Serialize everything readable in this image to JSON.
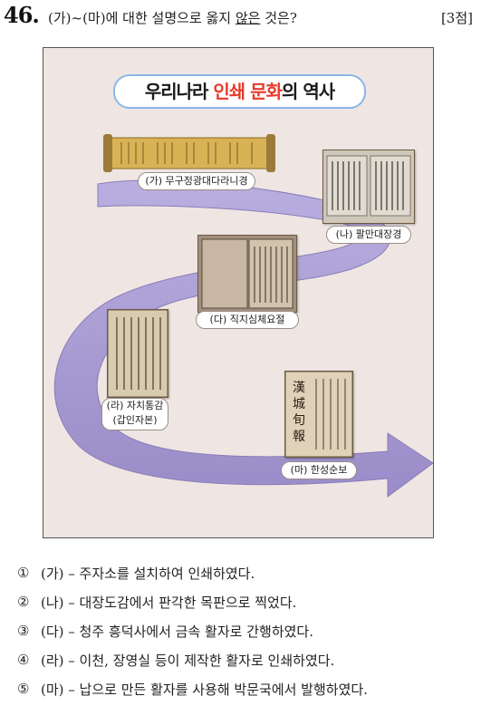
{
  "question": {
    "number": "46.",
    "text_before": "(가)~(마)에 대한 설명으로 옳지 ",
    "text_underlined": "않은",
    "text_after": " 것은?",
    "score": "[3점]"
  },
  "figure": {
    "title_prefix": "우리나라 ",
    "title_highlight": "인쇄 문화",
    "title_suffix": "의 역사",
    "highlight_color": "#e63a2b",
    "road_color": "#a89bd0",
    "background_color": "#efe6e3",
    "items": [
      {
        "label": "(가) 무구정광대다라니경"
      },
      {
        "label": "(나) 팔만대장경"
      },
      {
        "label": "(다) 직지심체요절"
      },
      {
        "label_line1": "(라) 자치통감",
        "label_line2": "(갑인자본)"
      },
      {
        "label": "(마) 한성순보"
      }
    ]
  },
  "choices": [
    {
      "marker": "①",
      "text": "(가) – 주자소를 설치하여 인쇄하였다."
    },
    {
      "marker": "②",
      "text": "(나) – 대장도감에서 판각한 목판으로 찍었다."
    },
    {
      "marker": "③",
      "text": "(다) – 청주 흥덕사에서 금속 활자로 간행하였다."
    },
    {
      "marker": "④",
      "text": "(라) – 이천, 장영실 등이 제작한 활자로 인쇄하였다."
    },
    {
      "marker": "⑤",
      "text": "(마) – 납으로 만든 활자를 사용해 박문국에서 발행하였다."
    }
  ]
}
